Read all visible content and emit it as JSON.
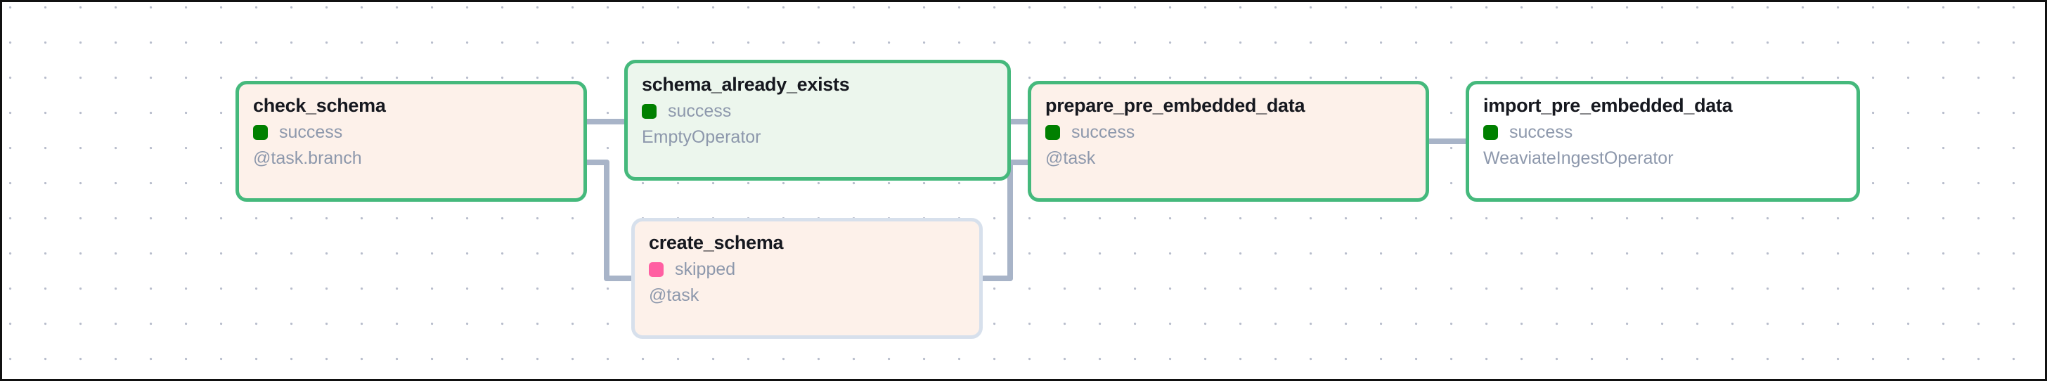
{
  "canvas": {
    "background": "#ffffff",
    "grid_dot_color": "#b8bdcc",
    "border_color": "#111111",
    "edge_color": "#a8b4c8"
  },
  "status_colors": {
    "success": "#008000",
    "skipped": "#ff5fa2"
  },
  "border_colors": {
    "success": "#45b97c",
    "muted": "#d7e0ec"
  },
  "nodes": [
    {
      "id": "check_schema",
      "title": "check_schema",
      "status": "success",
      "status_icon": "status-dot-success",
      "operator": "@task.branch",
      "fill": "#fdf1ea",
      "border": "#45b97c"
    },
    {
      "id": "schema_already_exists",
      "title": "schema_already_exists",
      "status": "success",
      "status_icon": "status-dot-success",
      "operator": "EmptyOperator",
      "fill": "#ecf6ed",
      "border": "#45b97c"
    },
    {
      "id": "create_schema",
      "title": "create_schema",
      "status": "skipped",
      "status_icon": "status-dot-skipped",
      "operator": "@task",
      "fill": "#fdf1ea",
      "border": "#d7e0ec"
    },
    {
      "id": "prepare_pre_embedded_data",
      "title": "prepare_pre_embedded_data",
      "status": "success",
      "status_icon": "status-dot-success",
      "operator": "@task",
      "fill": "#fdf1ea",
      "border": "#45b97c"
    },
    {
      "id": "import_pre_embedded_data",
      "title": "import_pre_embedded_data",
      "status": "success",
      "status_icon": "status-dot-success",
      "operator": "WeaviateIngestOperator",
      "fill": "#ffffff",
      "border": "#45b97c"
    }
  ],
  "edges": [
    {
      "from": "check_schema",
      "to": "schema_already_exists"
    },
    {
      "from": "check_schema",
      "to": "create_schema"
    },
    {
      "from": "schema_already_exists",
      "to": "prepare_pre_embedded_data"
    },
    {
      "from": "create_schema",
      "to": "prepare_pre_embedded_data"
    },
    {
      "from": "prepare_pre_embedded_data",
      "to": "import_pre_embedded_data"
    }
  ]
}
